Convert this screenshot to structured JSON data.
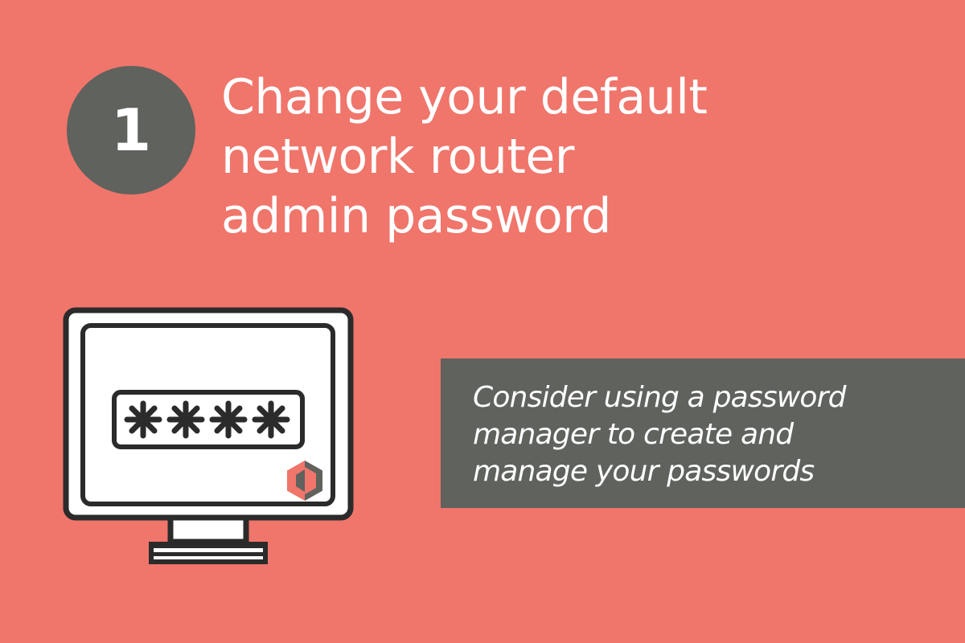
{
  "step": {
    "number": "1"
  },
  "heading": {
    "lines": [
      "Change your default",
      "network router",
      "admin password"
    ]
  },
  "illustration": {
    "password_mask": "****",
    "icons": [
      "monitor-icon",
      "password-field-icon",
      "hexagon-logo-icon"
    ]
  },
  "tip": {
    "lines": [
      "Consider using a password",
      "manager to create and",
      "manage your passwords"
    ]
  },
  "colors": {
    "background": "#f0756b",
    "dark_gray": "#5f625d",
    "text": "#ffffff",
    "outline": "#2b2b2b"
  }
}
